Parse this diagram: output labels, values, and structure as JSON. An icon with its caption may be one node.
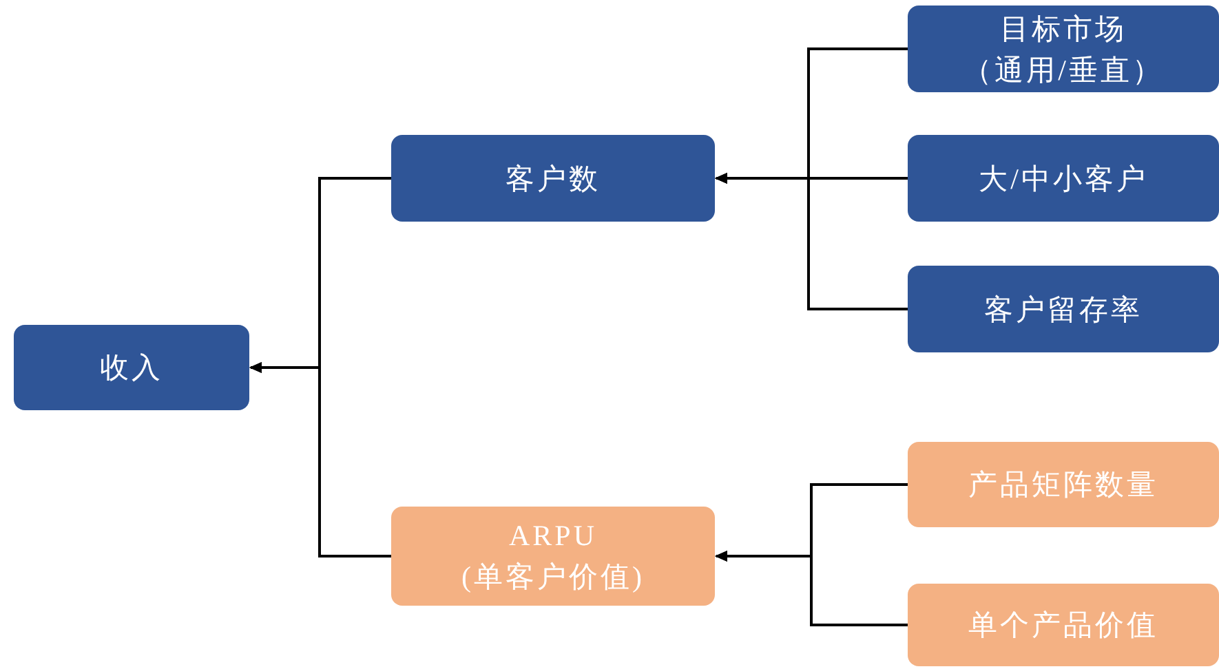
{
  "diagram": {
    "nodes": [
      {
        "text": [
          "收入"
        ]
      },
      {
        "text": [
          "客户数"
        ]
      },
      {
        "text": [
          "ARPU (单客户价值)"
        ]
      },
      {
        "text": [
          "目标市场（通用/垂直）"
        ]
      },
      {
        "text": [
          "大/中小客户"
        ]
      },
      {
        "text": [
          "客户留存率"
        ]
      },
      {
        "text": [
          "产品矩阵数量"
        ]
      },
      {
        "text": [
          "单个产品价值"
        ]
      }
    ],
    "edges": [
      {
        "from": 1,
        "to": 0,
        "arrow": "to"
      },
      {
        "from": 2,
        "to": 0,
        "arrow": "to"
      },
      {
        "from": 3,
        "to": 1,
        "arrow": "to"
      },
      {
        "from": 4,
        "to": 1,
        "arrow": "to"
      },
      {
        "from": 5,
        "to": 1,
        "arrow": "to"
      },
      {
        "from": 6,
        "to": 2,
        "arrow": "to"
      },
      {
        "from": 7,
        "to": 2,
        "arrow": "to"
      }
    ]
  }
}
